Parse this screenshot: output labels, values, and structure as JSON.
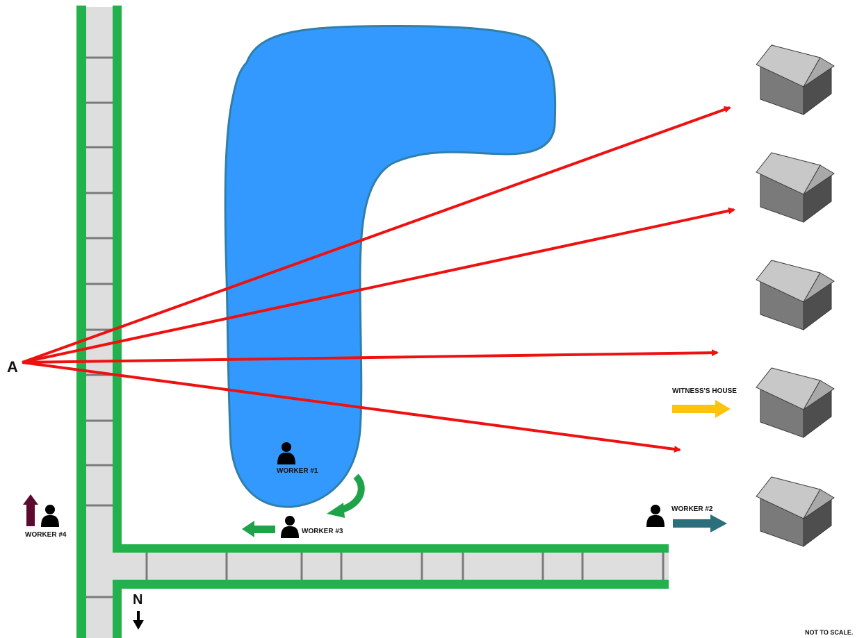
{
  "map": {
    "point_label": "A",
    "north_label": "N",
    "scale_note": "NOT TO SCALE.",
    "witness_label": "WITNESS'S HOUSE",
    "workers": [
      {
        "id": "worker-1",
        "label": "WORKER #1"
      },
      {
        "id": "worker-2",
        "label": "WORKER #2"
      },
      {
        "id": "worker-3",
        "label": "WORKER #3"
      },
      {
        "id": "worker-4",
        "label": "WORKER #4"
      }
    ],
    "houses_count_visible": 5
  },
  "colors": {
    "road_fill": "#dedede",
    "road_border": "#22b14c",
    "pond_fill": "#3399ff",
    "pond_edge": "#2f7fa8",
    "sightline": "#ee1111",
    "witness_arrow": "#ffc20e",
    "worker2_arrow": "#2a6f7b",
    "worker3_arrow": "#1fa34a",
    "worker4_arrow": "#5c0a2e",
    "house_roof": "#c8c8c8",
    "house_front": "#7a7a7a",
    "house_side": "#4e4e4e",
    "person": "#000000"
  },
  "icons": [
    "person-icon",
    "house-icon",
    "arrow-icon",
    "north-arrow-icon"
  ]
}
